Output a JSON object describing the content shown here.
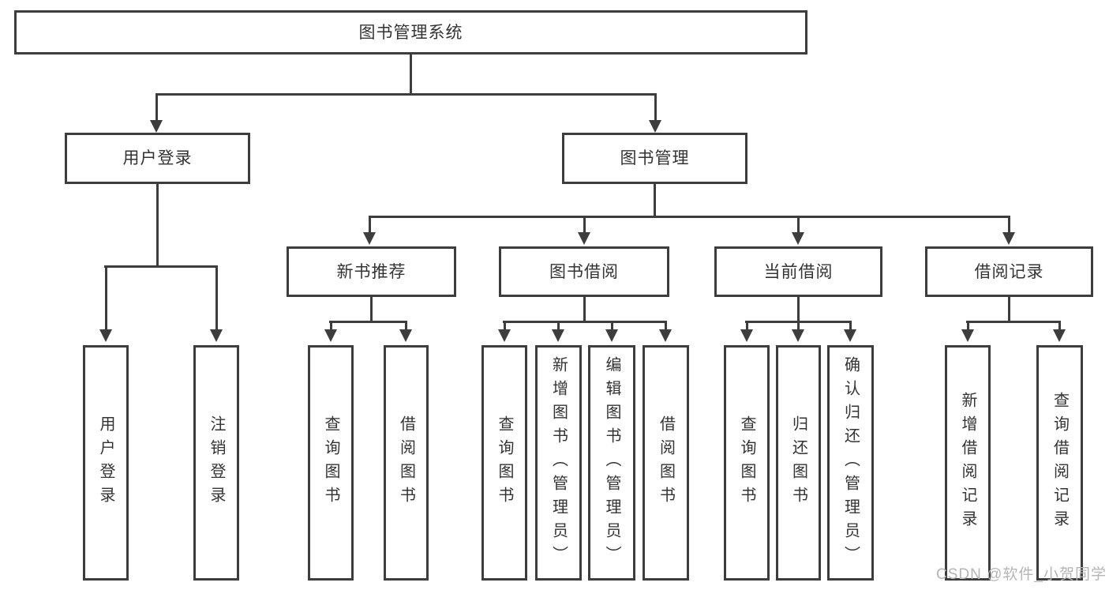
{
  "diagram_type": "hierarchy",
  "colors": {
    "line": "#3d3d3d",
    "text": "#333333",
    "bg": "#ffffff",
    "watermark": "#b5b5b5"
  },
  "watermark": "CSDN @软件_小贺同学",
  "nodes": {
    "root": {
      "label": "图书管理系统"
    },
    "login": {
      "label": "用户登录"
    },
    "mgmt": {
      "label": "图书管理"
    },
    "login_user": {
      "label": "用户登录"
    },
    "login_logout": {
      "label": "注销登录"
    },
    "rec": {
      "label": "新书推荐"
    },
    "borrow": {
      "label": "图书借阅"
    },
    "current": {
      "label": "当前借阅"
    },
    "records": {
      "label": "借阅记录"
    },
    "rec_query": {
      "label": "查询图书"
    },
    "rec_borrow": {
      "label": "借阅图书"
    },
    "borrow_query": {
      "label": "查询图书"
    },
    "borrow_add": {
      "label": "新增图书（管理员）"
    },
    "borrow_edit": {
      "label": "编辑图书（管理员）"
    },
    "borrow_lend": {
      "label": "借阅图书"
    },
    "cur_query": {
      "label": "查询图书"
    },
    "cur_return": {
      "label": "归还图书"
    },
    "cur_confirm": {
      "label": "确认归还（管理员）"
    },
    "records_add": {
      "label": "新增借阅记录"
    },
    "records_query": {
      "label": "查询借阅记录"
    }
  },
  "edges": [
    [
      "root",
      "login"
    ],
    [
      "root",
      "mgmt"
    ],
    [
      "login",
      "login_user"
    ],
    [
      "login",
      "login_logout"
    ],
    [
      "mgmt",
      "rec"
    ],
    [
      "mgmt",
      "borrow"
    ],
    [
      "mgmt",
      "current"
    ],
    [
      "mgmt",
      "records"
    ],
    [
      "rec",
      "rec_query"
    ],
    [
      "rec",
      "rec_borrow"
    ],
    [
      "borrow",
      "borrow_query"
    ],
    [
      "borrow",
      "borrow_add"
    ],
    [
      "borrow",
      "borrow_edit"
    ],
    [
      "borrow",
      "borrow_lend"
    ],
    [
      "current",
      "cur_query"
    ],
    [
      "current",
      "cur_return"
    ],
    [
      "current",
      "cur_confirm"
    ],
    [
      "records",
      "records_add"
    ],
    [
      "records",
      "records_query"
    ]
  ]
}
